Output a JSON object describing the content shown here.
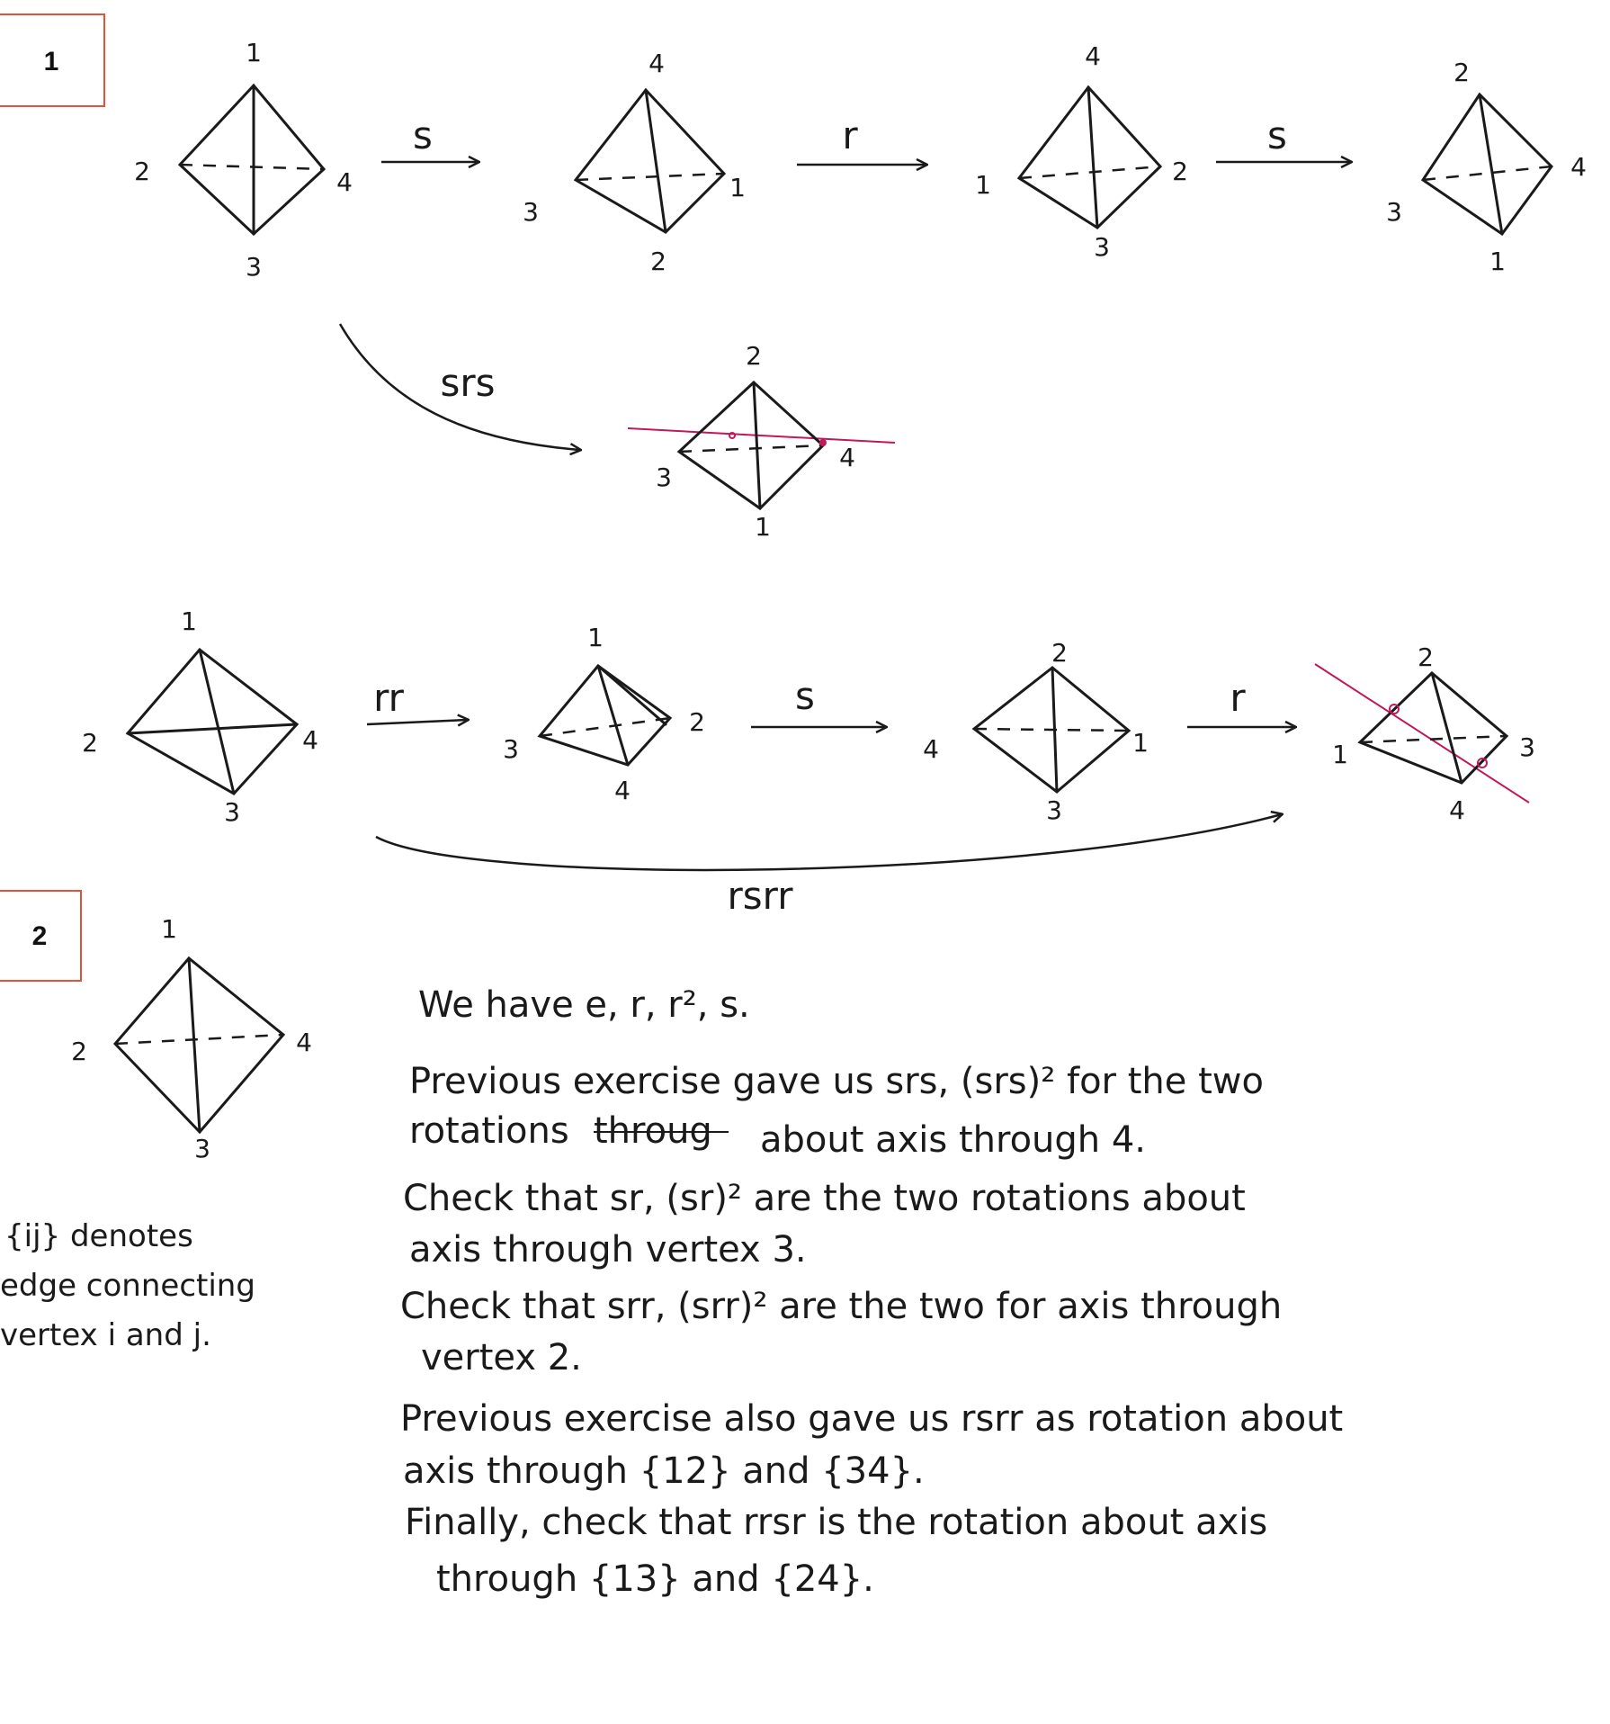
{
  "section_labels": {
    "one": "1",
    "two": "2"
  },
  "colors": {
    "axis": "#c2185b",
    "box": "#e0533a",
    "ink": "#1a1a1a"
  },
  "row1": {
    "t1": {
      "top": "1",
      "left": "2",
      "right": "4",
      "bottom": "3"
    },
    "a1": "s",
    "t2": {
      "top": "4",
      "left": "3",
      "right": "1",
      "bottom": "2"
    },
    "a2": "r",
    "t3": {
      "top": "4",
      "left": "1",
      "right": "2",
      "bottom": "3"
    },
    "a3": "s",
    "t4": {
      "top": "2",
      "left": "3",
      "right": "4",
      "bottom": "1"
    }
  },
  "row2": {
    "curve_label": "srs",
    "t5": {
      "top": "2",
      "left": "3",
      "right": "4",
      "bottom": "1"
    }
  },
  "row3": {
    "t6": {
      "top": "1",
      "left": "2",
      "right": "4",
      "bottom": "3"
    },
    "a1": "rr",
    "t7": {
      "top": "1",
      "left": "3",
      "right": "2",
      "bottom": "4"
    },
    "a2": "s",
    "t8": {
      "top": "2",
      "left": "4",
      "right": "1",
      "bottom": "3"
    },
    "a3": "r",
    "t9": {
      "top": "2",
      "left": "1",
      "right": "3",
      "bottom": "4"
    },
    "curve_label": "rsrr"
  },
  "section2": {
    "tetra": {
      "top": "1",
      "left": "2",
      "right": "4",
      "bottom": "3"
    },
    "note_lines": [
      "{ij} denotes",
      "edge connecting",
      "vertex i and j."
    ],
    "lines": [
      "We have e, r, r², s.",
      "Previous exercise gave us srs, (srs)² for the two",
      "rotations",
      "throug",
      "about axis through 4.",
      "Check that sr, (sr)² are the two rotations about",
      "axis through vertex 3.",
      "Check that srr, (srr)² are the two for axis through",
      "vertex 2.",
      "Previous exercise also gave us rsrr as rotation about",
      "axis through {12} and {34}.",
      "Finally, check that rrsr is the rotation about axis",
      "through {13} and {24}."
    ]
  }
}
